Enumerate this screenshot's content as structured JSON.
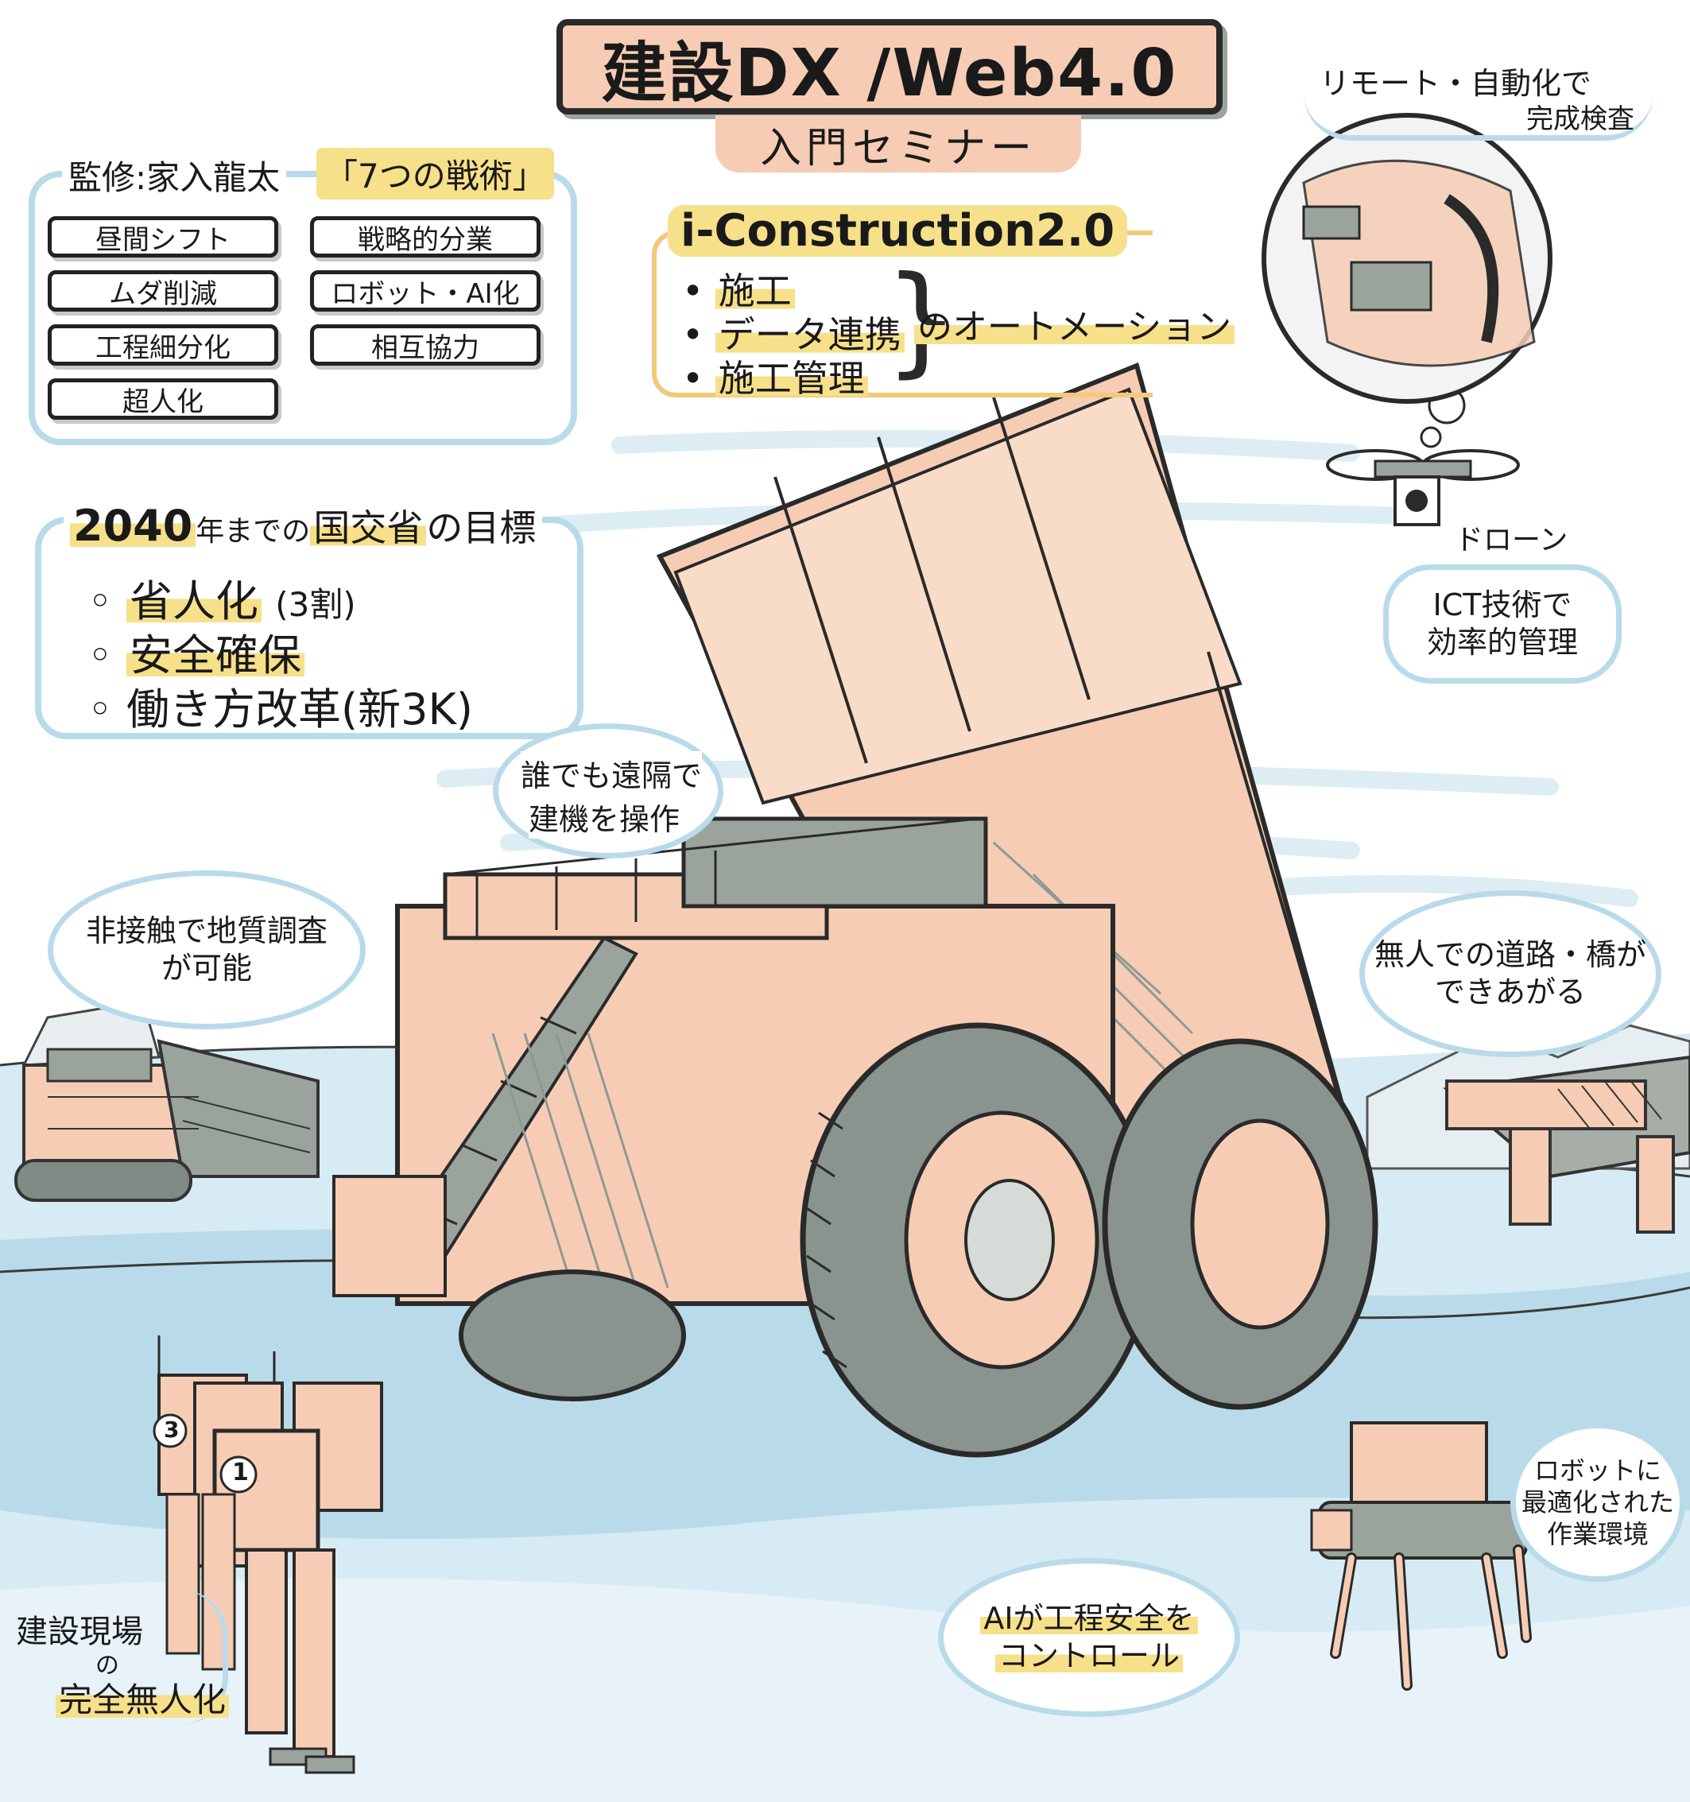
{
  "title": {
    "main": "建設DX /Web4.0",
    "sub": "入門セミナー"
  },
  "tactics": {
    "supervisor": "監修:家入龍太",
    "heading": "「7つの戦術」",
    "items": [
      "昼間シフト",
      "戦略的分業",
      "ムダ削減",
      "ロボット・AI化",
      "工程細分化",
      "相互協力",
      "超人化"
    ]
  },
  "iconstruction": {
    "heading": "i-Construction2.0",
    "bullets": [
      "施工",
      "データ連携",
      "施工管理"
    ],
    "suffix": "のオートメーション"
  },
  "goals": {
    "heading_year": "2040",
    "heading_mid": "年までの",
    "heading_org": "国交省",
    "heading_end": "の目標",
    "items": [
      {
        "text": "省人化",
        "note": "(3割)"
      },
      {
        "text": "安全確保",
        "note": ""
      },
      {
        "text": "働き方改革(新3K)",
        "note": ""
      }
    ]
  },
  "callouts": {
    "remote_inspection_1": "リモート・自動化で",
    "remote_inspection_2": "完成検査",
    "drone": "ドローン",
    "ict_1": "ICT技術で",
    "ict_2": "効率的管理",
    "remote_operation_1": "誰でも遠隔で",
    "remote_operation_2": "建機を操作",
    "survey_1": "非接触で地質調査",
    "survey_2": "が可能",
    "unmanned_bridge_1": "無人での道路・橋が",
    "unmanned_bridge_2": "できあがる",
    "ai_control_1": "AIが工程安全を",
    "ai_control_2": "コントロール",
    "robot_env_1": "ロボットに",
    "robot_env_2": "最適化された",
    "robot_env_3": "作業環境",
    "site_1": "建設現場",
    "site_2": "の",
    "site_3": "完全無人化"
  },
  "robot_numbers": [
    "3",
    "1"
  ],
  "colors": {
    "ground_blue": "#b9dbe9",
    "truck_salmon": "#f6cdb4",
    "metal_gray": "#9aa39c",
    "highlight_yellow": "#f7e08a",
    "ink": "#1a1a1a"
  }
}
